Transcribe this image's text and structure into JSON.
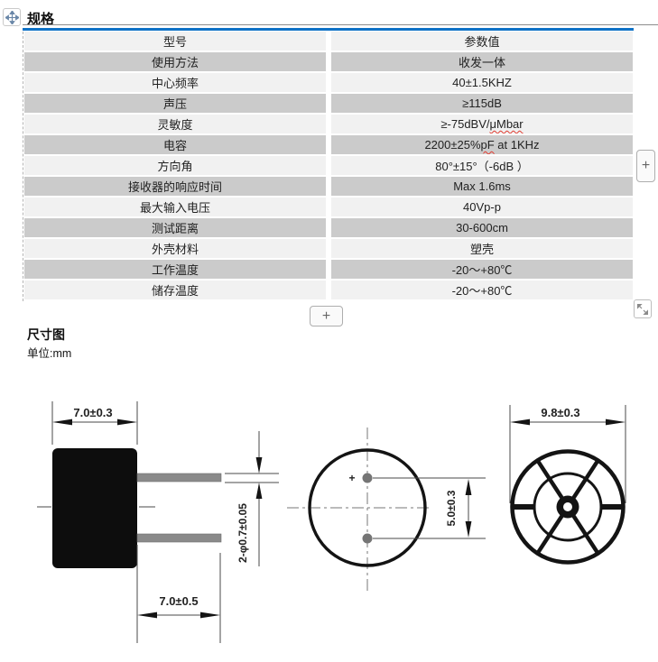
{
  "header": {
    "title": "规格"
  },
  "table": {
    "rows": [
      {
        "label": "型号",
        "value": "参数值"
      },
      {
        "label": "使用方法",
        "value": "收发一体"
      },
      {
        "label": "中心频率",
        "value": "40±1.5KHZ"
      },
      {
        "label": "声压",
        "value": "≥115dB"
      },
      {
        "label": "灵敏度",
        "value": "≥-75dBV/μMbar",
        "wavy": "μMbar"
      },
      {
        "label": "电容",
        "value": "2200±25%pF at 1KHz",
        "wavy": "pF"
      },
      {
        "label": "方向角",
        "value": "80°±15°（-6dB ）"
      },
      {
        "label": "接收器的响应时间",
        "value": "Max 1.6ms"
      },
      {
        "label": "最大输入电压",
        "value": "40Vp-p"
      },
      {
        "label": "测试距离",
        "value": "30-600cm"
      },
      {
        "label": "外壳材料",
        "value": "塑壳"
      },
      {
        "label": "工作温度",
        "value": "-20～+80℃"
      },
      {
        "label": "储存温度",
        "value": "-20～+80℃"
      }
    ]
  },
  "editor": {
    "add_row_button": "+",
    "add_column_button": "+",
    "icons": {
      "move": "move-arrows",
      "resize": "diagonal-resize-arrows"
    }
  },
  "dimension_section": {
    "title": "尺寸图",
    "unit_label": "单位:mm"
  },
  "drawing": {
    "dims": {
      "body_width": "7.0±0.3",
      "lead_pitch": "7.0±0.5",
      "lead_diameter": "2-φ0.7±0.05",
      "pin_pitch": "5.0±0.3",
      "outer_diameter": "9.8±0.3"
    },
    "polarity_mark": "+"
  },
  "colors": {
    "accent_blue": "#0f72c6",
    "row_light": "#f1f1f1",
    "row_dark": "#cbcbcb",
    "spellcheck_red": "#e03c31"
  }
}
